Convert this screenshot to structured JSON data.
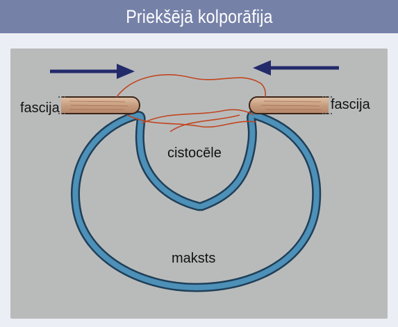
{
  "title": "Priekšējā kolporāfija",
  "labels": {
    "fascia_left": "fascija",
    "fascia_right": "fascija",
    "cystocele": "cistocēle",
    "vagina": "maksts"
  },
  "colors": {
    "title_bar": "#7681a8",
    "panel": "#b9bbbb",
    "wall": "#3d7ea6",
    "suture": "#c0451e",
    "arrow": "#232b6b",
    "fascia": "#c9a184"
  },
  "icons": [
    "arrow-right-icon",
    "arrow-left-icon"
  ]
}
